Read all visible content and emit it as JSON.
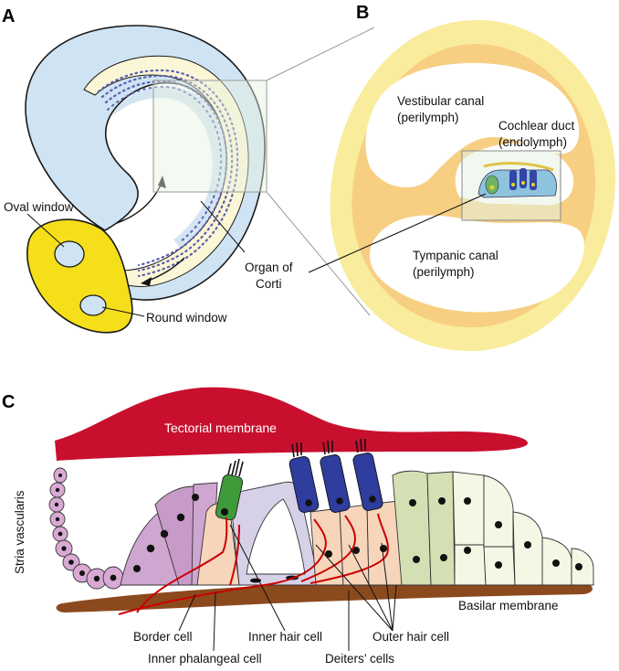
{
  "panels": {
    "a": "A",
    "b": "B",
    "c": "C"
  },
  "panel_a": {
    "oval_window": "Oval window",
    "round_window": "Round window",
    "organ_of_corti_line1": "Organ of",
    "organ_of_corti_line2": "Corti"
  },
  "panel_b": {
    "vestibular_line1": "Vestibular canal",
    "vestibular_line2": "(perilymph)",
    "cochlear_line1": "Cochlear duct",
    "cochlear_line2": "(endolymph)",
    "tympanic_line1": "Tympanic canal",
    "tympanic_line2": "(perilymph)"
  },
  "panel_c": {
    "tectorial_membrane": "Tectorial membrane",
    "stria_vascularis": "Stria vascularis",
    "basilar_membrane": "Basilar membrane",
    "border_cell": "Border cell",
    "inner_hair_cell": "Inner hair cell",
    "outer_hair_cell": "Outer hair cell",
    "inner_phalangeal_cell": "Inner phalangeal cell",
    "deiters_cells": "Deiters’ cells"
  },
  "colors": {
    "cochlea_blue": "#cfe3f3",
    "cochlea_cream": "#fbf6d6",
    "window_yellow": "#f5de1a",
    "bone_yellow": "#f9ec9c",
    "bone_orange": "#f7cf82",
    "tectorial_red": "#c8102e",
    "outer_hair_blue": "#2f3d9e",
    "inner_hair_green": "#3f9a3a",
    "basilar_brown": "#8b4a1e",
    "stria_pink": "#d9a9d4",
    "supporting_purple": "#cfa6cf",
    "pillar_lavender": "#d7d1e8",
    "deiters_peach": "#f6d5bb",
    "hensen_green": "#d4e0b4",
    "claudius_cream": "#f3f7e4",
    "nerve_red": "#cc0000"
  }
}
